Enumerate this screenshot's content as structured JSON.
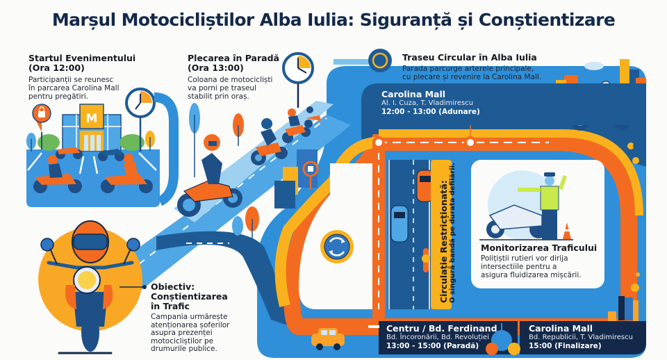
{
  "title": "Marșul Motocicliștilor Alba Iulia: Siguranță și Conștientizare",
  "sections": {
    "start": {
      "heading_line1": "Startul Evenimentului",
      "heading_line2": "(Ora 12:00)",
      "body_line1": "Participanții se reunesc",
      "body_line2": "în parcarea Carolina Mall",
      "body_line3": "pentru pregătiri.",
      "mall_sign_letter": "M"
    },
    "departure": {
      "heading_line1": "Plecarea în Paradă",
      "heading_line2": "(Ora 13:00)",
      "body_line1": "Coloana de motocicliști",
      "body_line2": "va porni pe traseul",
      "body_line3": "stabilit prin oraș."
    },
    "route": {
      "heading": "Traseu Circular în Alba Iulia",
      "body_line1": "Parada parcurge arterele principale,",
      "body_line2": "cu plecare și revenire la Carolina Mall."
    },
    "restricted": {
      "heading": "Circulație Restricționată:",
      "body": "O singură bandă pe durata defilării."
    },
    "monitoring": {
      "heading": "Monitorizarea Traficului",
      "body_line1": "Polițiștii rutieri vor dirija",
      "body_line2": "intersectiile pentru a",
      "body_line3": "asigura fluidizarea mișcării."
    },
    "objective": {
      "heading_line1": "Obiectiv:",
      "heading_line2": "Conștientizarea",
      "heading_line3": "în Trafic",
      "body_line1": "Campania urmărește",
      "body_line2": "atenționarea șoferilor",
      "body_line3": "asupra prezenței",
      "body_line4": "motocicliștilor pe",
      "body_line5": "drumurile publice."
    }
  },
  "stops": [
    {
      "name": "Carolina Mall",
      "streets": "Al. I. Cuza, T. Vladimirescu",
      "time": "12:00 - 13:00 (Adunare)"
    },
    {
      "name": "Centru / Bd. Ferdinand",
      "streets": "Bd. Încoronării, Bd. Revoluției",
      "time": "13:00 - 15:00 (Paradă)"
    },
    {
      "name": "Carolina Mall",
      "streets": "Bd. Republicii, T. Vladimirescu",
      "time": "15:00 (Finalizare)"
    }
  ],
  "icons": [
    "clock-icon",
    "shopping-bag-pin-icon",
    "roundabout-icon",
    "motorcycle-icon",
    "police-officer-icon",
    "traffic-cone-icon",
    "location-pin-icon",
    "ring-marker-icon"
  ],
  "colors": {
    "navy": "#14294a",
    "dark_blue": "#1e5b94",
    "blue": "#2f8fd8",
    "light_blue": "#7cc3ee",
    "orange": "#f36b21",
    "yellow": "#f9b21d",
    "background": "#fbfbf9"
  }
}
